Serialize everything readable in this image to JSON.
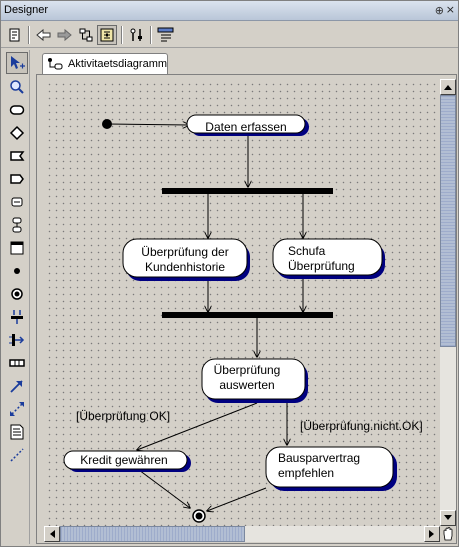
{
  "window": {
    "title": "Designer",
    "pin_glyph": "⊕",
    "close_glyph": "×"
  },
  "toolbar": {
    "buttons": [
      "print-icon",
      "back-arrow-icon",
      "forward-arrow-icon",
      "sync-icon",
      "outline-icon",
      "tools-icon",
      "diagram-settings-icon"
    ]
  },
  "palette": {
    "tools": [
      "select-pointer-icon",
      "zoom-icon",
      "action-state-icon",
      "decision-diamond-icon",
      "send-signal-icon",
      "receive-signal-icon",
      "object-node-icon",
      "swimlane-icon",
      "note-icon",
      "initial-node-icon",
      "final-node-icon",
      "fork-icon",
      "join-icon",
      "partition-icon",
      "transition-arrow-icon",
      "dependency-icon",
      "text-note-icon",
      "dashed-link-icon"
    ]
  },
  "tab": {
    "label": "Aktivitaetsdiagramm",
    "icon": "activity-diagram-icon"
  },
  "diagram": {
    "nodes": {
      "daten": "Daten erfassen",
      "kunden_1": "Überprüfung der",
      "kunden_2": "Kundenhistorie",
      "schufa_1": "Schufa",
      "schufa_2": "Überprüfung",
      "auswerten_1": "Überprüfung",
      "auswerten_2": "auswerten",
      "kredit": "Kredit gewähren",
      "bauspar_1": "Bausparvertrag",
      "bauspar_2": "empfehlen"
    },
    "guards": {
      "ok": "[Überprüfung OK]",
      "nicht_ok": "[Überprüfung.nicht.OK]"
    }
  },
  "colors": {
    "node_fill": "#ffffff",
    "node_shadow": "#000080",
    "bar": "#000000"
  }
}
